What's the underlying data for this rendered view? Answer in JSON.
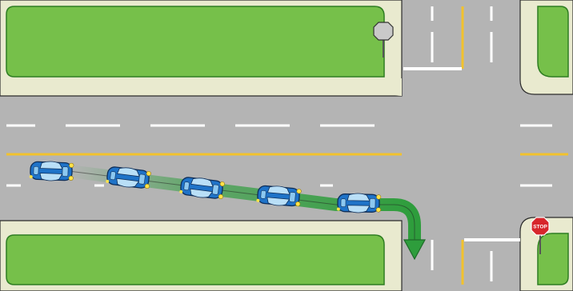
{
  "diagram": {
    "kind": "intersection-right-turn",
    "colors": {
      "grass": "#76C04A",
      "grass_edge": "#2E7D22",
      "sidewalk": "#E9EACF",
      "road": "#B4B4B4",
      "lane_dash": "#FFFFFF",
      "center_line": "#F2C22D",
      "car_body": "#1F73C8",
      "car_window": "#B9DFF7",
      "headlight": "#FFE24A",
      "turn_arrow": "#2E9D3C",
      "stop_sign": "#D7262C",
      "outline": "#222222"
    },
    "stop_sign": {
      "label": "STOP"
    },
    "icons": [
      "car-icon",
      "stop-sign-icon",
      "yield-sign-back-icon",
      "turn-arrow-icon"
    ],
    "car_count": 5
  }
}
